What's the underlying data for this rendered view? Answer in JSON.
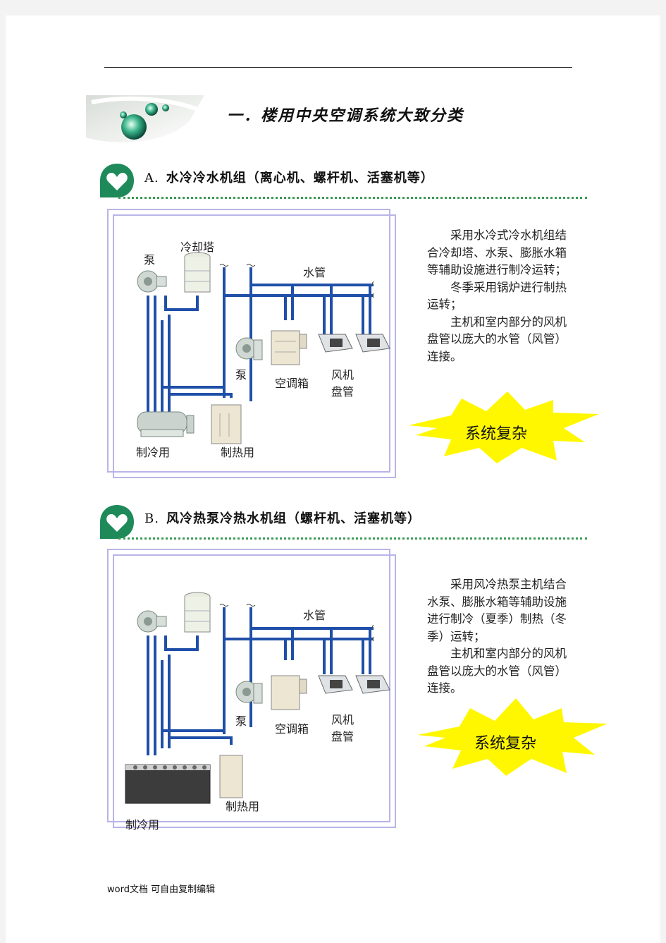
{
  "header": {
    "title": "一．楼用中央空调系统大致分类"
  },
  "section_a": {
    "letter": "A.",
    "heading": "水冷冷水机组（离心机、螺杆机、活塞机等）",
    "labels": {
      "pump_top": "泵",
      "cooling_tower": "冷却塔",
      "water_pipe": "水管",
      "pump_mid": "泵",
      "ahu": "空调箱",
      "fan_coil_1": "风机",
      "fan_coil_2": "盘管",
      "cooling": "制冷用",
      "heating": "制热用"
    },
    "desc": [
      "采用水冷式冷水机组结合冷却塔、水泵、膨胀水箱等辅助设施进行制冷运转；",
      "冬季采用锅炉进行制热运转；",
      "主机和室内部分的风机盘管以庞大的水管（风管）连接。"
    ],
    "burst": "系统复杂"
  },
  "section_b": {
    "letter": "B.",
    "heading": "风冷热泵冷热水机组（螺杆机、活塞机等）",
    "labels": {
      "water_pipe": "水管",
      "pump_mid": "泵",
      "ahu": "空调箱",
      "fan_coil_1": "风机",
      "fan_coil_2": "盘管",
      "heating": "制热用",
      "cooling": "制冷用"
    },
    "desc": [
      "采用风冷热泵主机结合水泵、膨胀水箱等辅助设施进行制冷（夏季）制热（冬季）运转；",
      "主机和室内部分的风机盘管以庞大的水管（风管）连接。"
    ],
    "burst": "系统复杂"
  },
  "footer": {
    "text": "word文档  可自由复制编辑"
  },
  "colors": {
    "pipe": "#1f4fa8",
    "accent_green": "#1e8a5a",
    "burst": "#fff700",
    "frame": "#b8b4e8"
  }
}
